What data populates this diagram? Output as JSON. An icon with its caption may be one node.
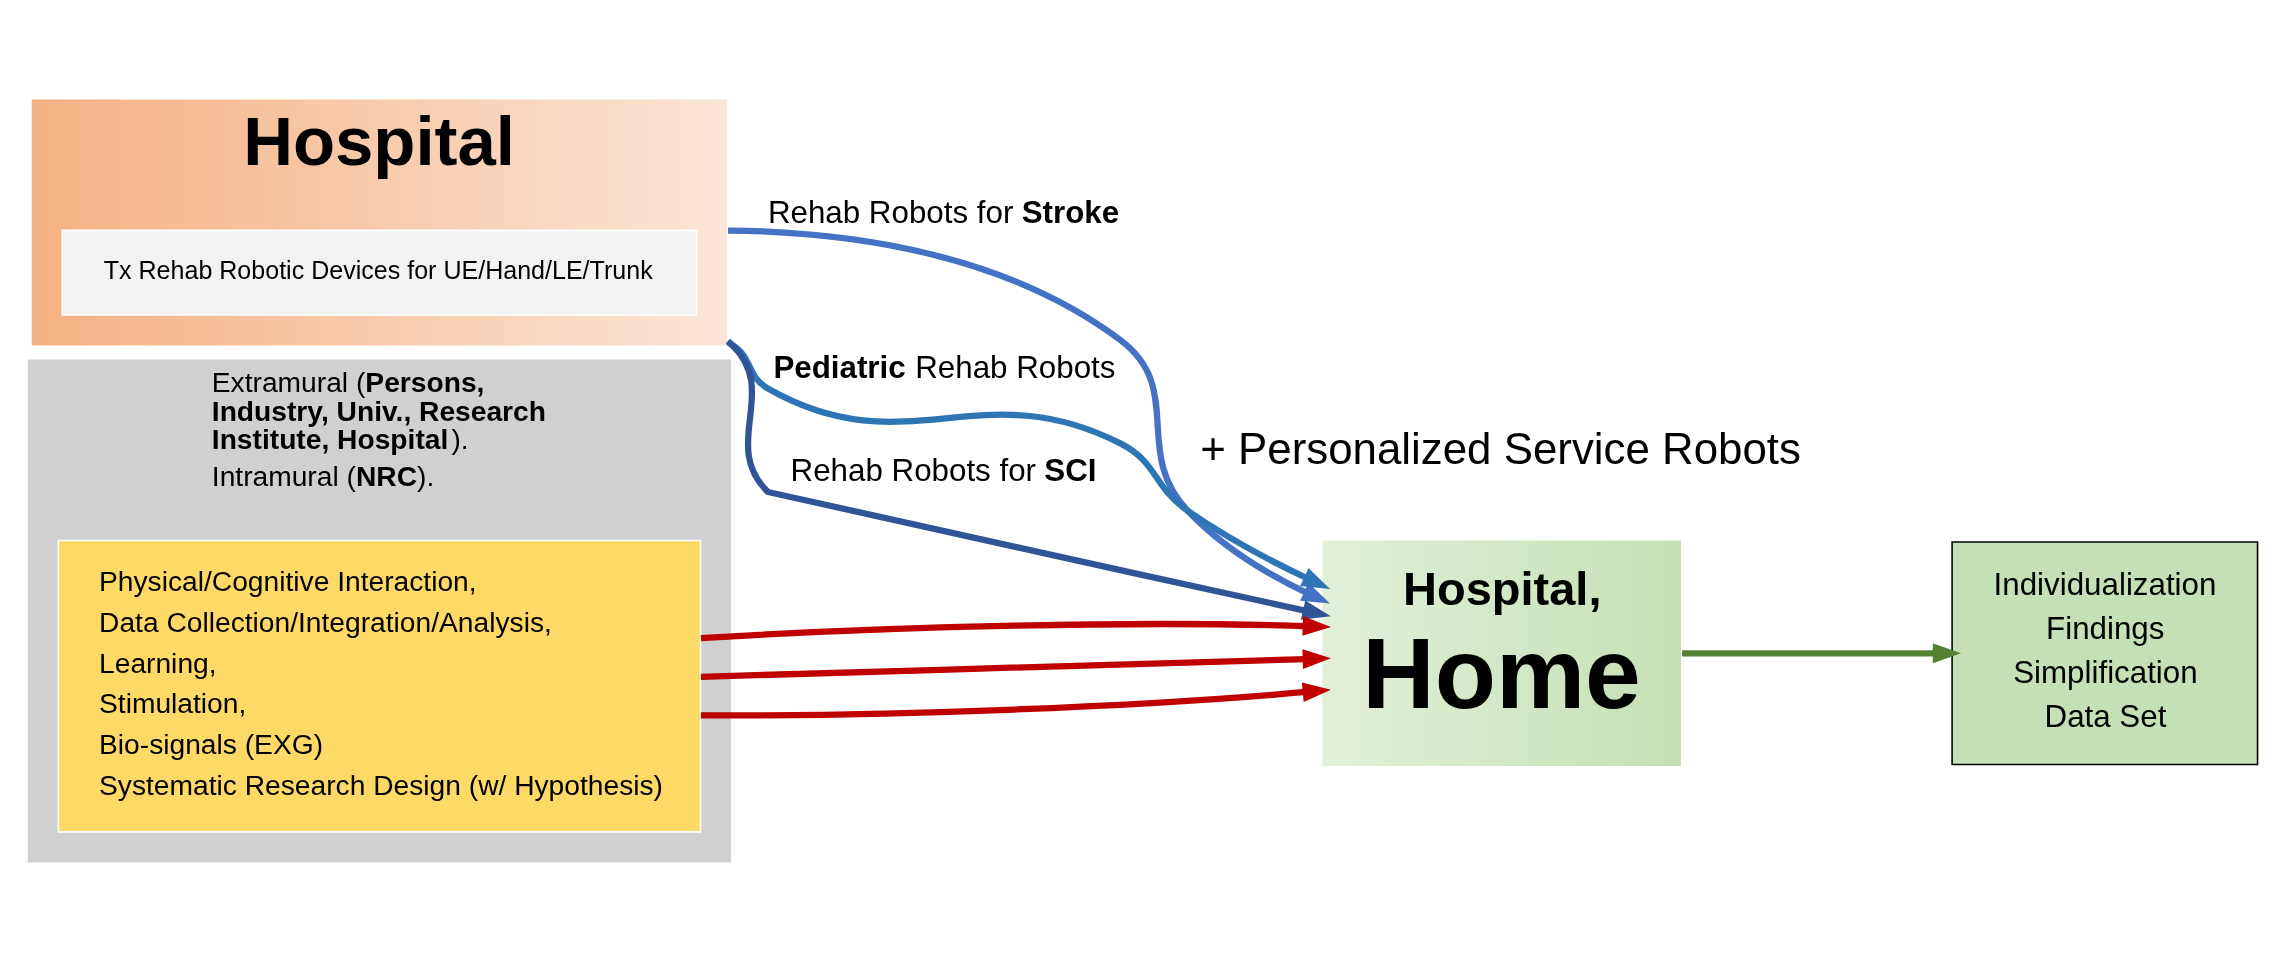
{
  "diagram": {
    "nodes": [
      {
        "text": [
          "Hospital"
        ]
      },
      {
        "text": [
          "Hospital,",
          "Home"
        ]
      },
      {
        "text": [
          "Tx Rehab Robotic Devices for UE/Hand/LE/Trunk"
        ],
        "in": 0
      },
      {
        "text": [
          "Extramural (**Persons, Industry, Univ., Research Institute, Hospital**).",
          "Intramural (**NRC**)."
        ]
      },
      {
        "text": [
          "Physical/Cognitive Interaction,",
          "Data Collection/Integration/Analysis,",
          "Learning,",
          "Stimulation,",
          "Bio-signals (EXG)",
          "Systematic Research Design (w/ Hypothesis)"
        ],
        "in": 3
      },
      {
        "text": [
          "Individualization",
          "Findings",
          "Simplification",
          "Data Set"
        ]
      }
    ],
    "edges": [
      {
        "from": 0,
        "to": 1,
        "arrow": "to",
        "label": "Rehab Robots for **Stroke**",
        "color": "#4472c4"
      },
      {
        "from": 0,
        "to": 1,
        "arrow": "to",
        "label": "**Pediatric** Rehab Robots",
        "color": "#2e75b6"
      },
      {
        "from": 0,
        "to": 1,
        "arrow": "to",
        "label": "Rehab Robots for **SCI**",
        "color": "#2f5597"
      },
      {
        "from": 4,
        "to": 1,
        "arrow": "to",
        "color": "#c00000"
      },
      {
        "from": 4,
        "to": 1,
        "arrow": "to",
        "color": "#c00000"
      },
      {
        "from": 4,
        "to": 1,
        "arrow": "to",
        "color": "#c00000"
      },
      {
        "from": 1,
        "to": 5,
        "arrow": "to",
        "color": "#548235"
      }
    ],
    "labels": [
      "+ Personalized Service Robots"
    ]
  }
}
